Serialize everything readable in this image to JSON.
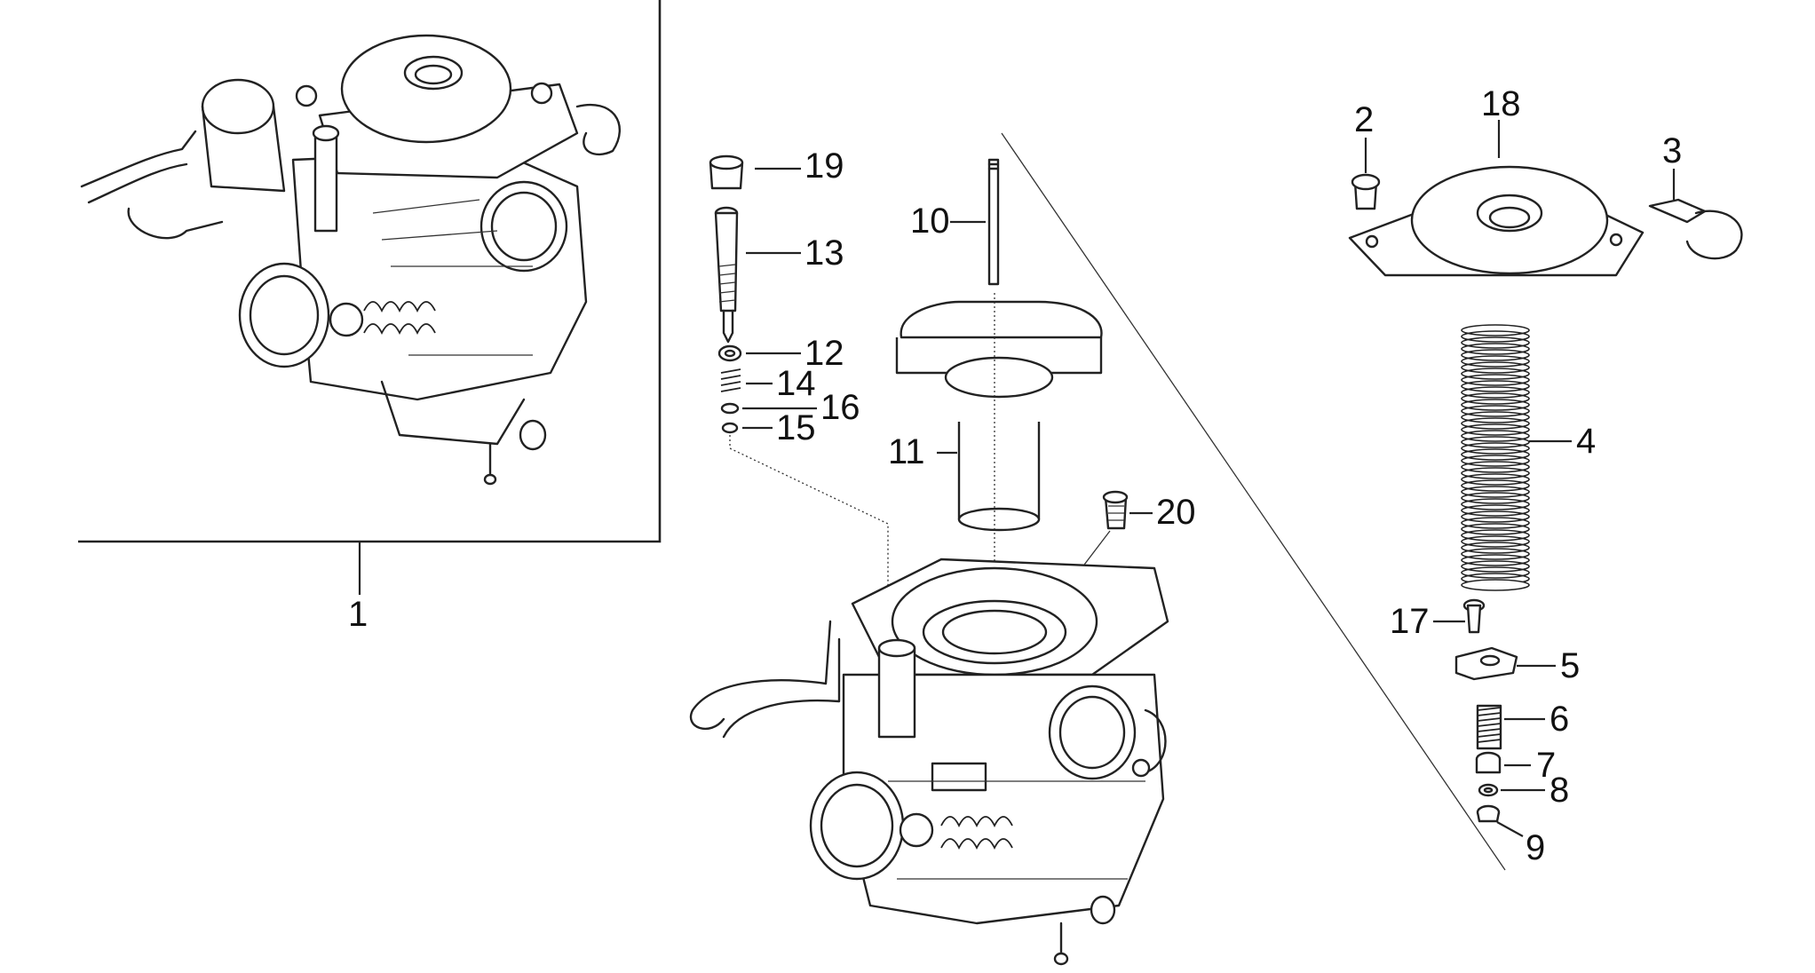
{
  "diagram": {
    "type": "exploded-parts-diagram",
    "parts": [
      {
        "id": "p1",
        "label": "1"
      },
      {
        "id": "p2",
        "label": "2"
      },
      {
        "id": "p3",
        "label": "3"
      },
      {
        "id": "p4",
        "label": "4"
      },
      {
        "id": "p5",
        "label": "5"
      },
      {
        "id": "p6",
        "label": "6"
      },
      {
        "id": "p7",
        "label": "7"
      },
      {
        "id": "p8",
        "label": "8"
      },
      {
        "id": "p9",
        "label": "9"
      },
      {
        "id": "p10",
        "label": "10"
      },
      {
        "id": "p11",
        "label": "11"
      },
      {
        "id": "p12",
        "label": "12"
      },
      {
        "id": "p13",
        "label": "13"
      },
      {
        "id": "p14",
        "label": "14"
      },
      {
        "id": "p15",
        "label": "15"
      },
      {
        "id": "p16",
        "label": "16"
      },
      {
        "id": "p17",
        "label": "17"
      },
      {
        "id": "p18",
        "label": "18"
      },
      {
        "id": "p19",
        "label": "19"
      },
      {
        "id": "p20",
        "label": "20"
      }
    ]
  },
  "colors": {
    "ink": "#222222",
    "background": "#ffffff"
  }
}
